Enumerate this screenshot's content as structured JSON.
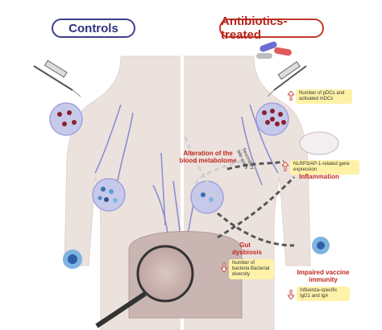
{
  "labels": {
    "controls": "Controls",
    "antibiotics": "Antibiotics-treated"
  },
  "annotations": {
    "pdcs": "Number of pDCs and activated mDCs",
    "nlrp3": "NLRP3/AP-1-related gene expression",
    "inflammation": "Inflammation",
    "metabolome": "Alteration of the blood metabolome",
    "bile_acids": "Secondary bile acids",
    "dysbiosis": "Gut dysbiosis",
    "bacteria": "Number of bacteria Bacterial diversity",
    "impaired": "Impaired vaccine immunity",
    "influenza": "Influenza-specific IgG1 and IgA"
  },
  "colors": {
    "controls_accent": "#3d3f8f",
    "treated_accent": "#c0392b",
    "note_fill": "#fff2a8"
  }
}
